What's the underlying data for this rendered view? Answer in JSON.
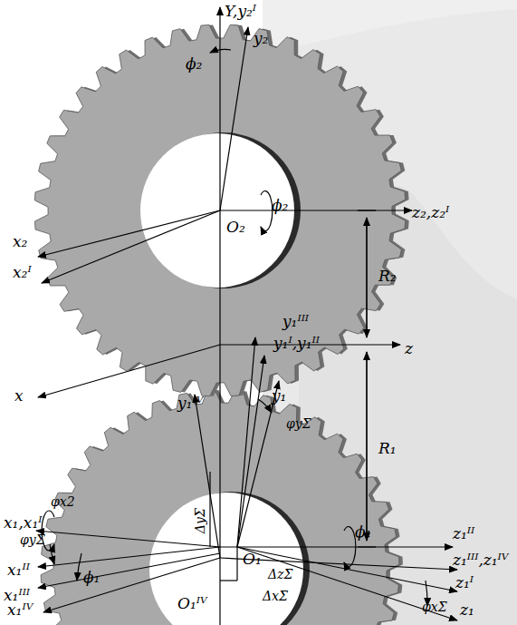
{
  "diagram": {
    "labels": [
      "Y,y₂ᴵ",
      "y₂",
      "ϕ₂",
      "O₂",
      "ϕ₂",
      "z₂,z₂ᴵ",
      "x₂",
      "x₂ᴵ",
      "R₂",
      "y₁ᴵᴵᴵ",
      "y₁ᴵ,y₁ᴵᴵ",
      "z",
      "x",
      "y₁ᴵⱽ",
      "y₁",
      "φyΣ",
      "R₁",
      "x₁,x₁ᴵ",
      "φx2",
      "ΔyΣ",
      "O₁",
      "ϕ₁",
      "z₁ᴵᴵ",
      "φyΣ",
      "x₁ᴵᴵ",
      "x₁ᴵᴵᴵ",
      "ϕ₁",
      "z₁ᴵᴵᴵ,z₁ᴵⱽ",
      "z₁ᴵ",
      "ΔzΣ",
      "ΔxΣ",
      "O₁ᴵⱽ",
      "x₁ᴵⱽ",
      "φxΣ",
      "z₁"
    ]
  }
}
